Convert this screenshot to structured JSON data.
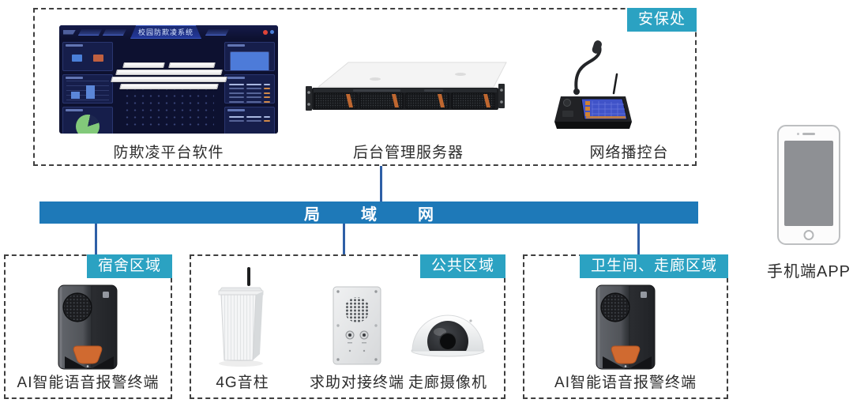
{
  "security_office": {
    "badge": "安保处",
    "dashboard": {
      "title": "校园防欺凌系统",
      "label": "防欺凌平台软件"
    },
    "server": {
      "label": "后台管理服务器"
    },
    "console": {
      "label": "网络播控台"
    }
  },
  "lan": {
    "label": "局域网"
  },
  "zones": [
    {
      "id": "dormitory",
      "badge": "宿舍区域",
      "devices": [
        {
          "type": "ai-voice-alarm-terminal",
          "label": "AI智能语音报警终端"
        }
      ]
    },
    {
      "id": "public-area",
      "badge": "公共区域",
      "devices": [
        {
          "type": "4g-sound-column",
          "label": "4G音柱"
        },
        {
          "type": "help-intercom-terminal",
          "label": "求助对接终端"
        },
        {
          "type": "corridor-camera",
          "label": "走廊摄像机"
        }
      ]
    },
    {
      "id": "restroom-corridor",
      "badge": "卫生间、走廊区域",
      "devices": [
        {
          "type": "ai-voice-alarm-terminal",
          "label": "AI智能语音报警终端"
        }
      ]
    }
  ],
  "mobile": {
    "label": "手机端APP"
  },
  "colors": {
    "badge_teal": "#2BA2C2",
    "lan_blue": "#1E79B8",
    "connector": "#2E5FA6",
    "dashed": "#3F3F3F",
    "dashboard_bg": "#0D1130",
    "pie_green": "#82C97A",
    "screen_blue": "#4D7BD9",
    "alarm_orange": "#D06A30"
  }
}
